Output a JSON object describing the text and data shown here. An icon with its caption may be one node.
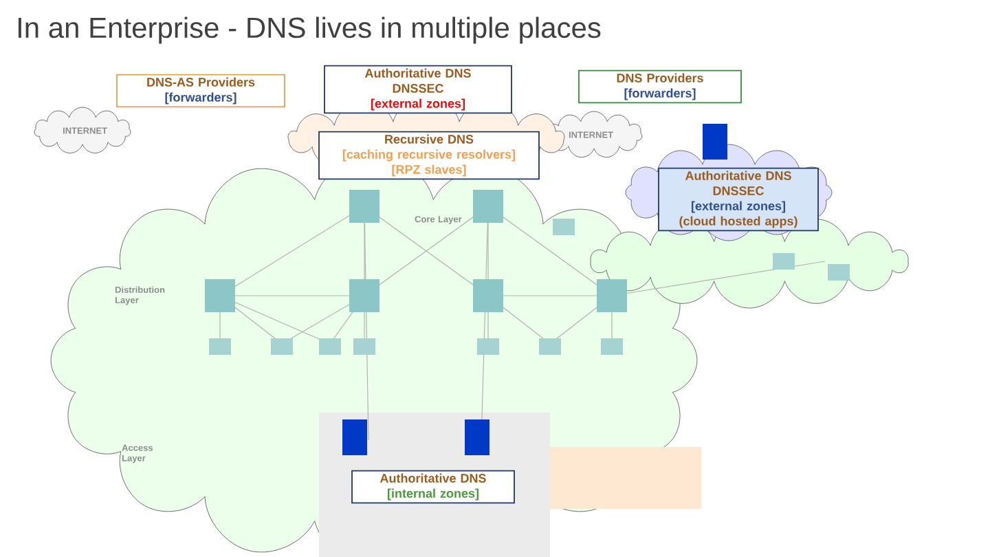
{
  "diagram": {
    "title": "In an Enterprise - DNS lives in multiple places",
    "nodes": [
      {
        "text": [
          "DNS-AS Providers",
          "[forwarders]"
        ]
      },
      {
        "text": [
          "Authoritative DNS",
          "DNSSEC",
          "[external zones]"
        ]
      },
      {
        "text": [
          "DNS Providers",
          "[forwarders]"
        ]
      },
      {
        "text": [
          "Recursive DNS",
          "[caching recursive resolvers]",
          "[RPZ slaves]"
        ]
      },
      {
        "text": [
          "Authoritative DNS",
          "DNSSEC",
          "[external zones]",
          "(cloud hosted apps)"
        ]
      },
      {
        "text": [
          "Authoritative DNS",
          "[internal zones]"
        ]
      }
    ],
    "labels": [
      "INTERNET",
      "INTERNET",
      "Core Layer",
      "Distribution Layer",
      "Access Layer"
    ]
  }
}
